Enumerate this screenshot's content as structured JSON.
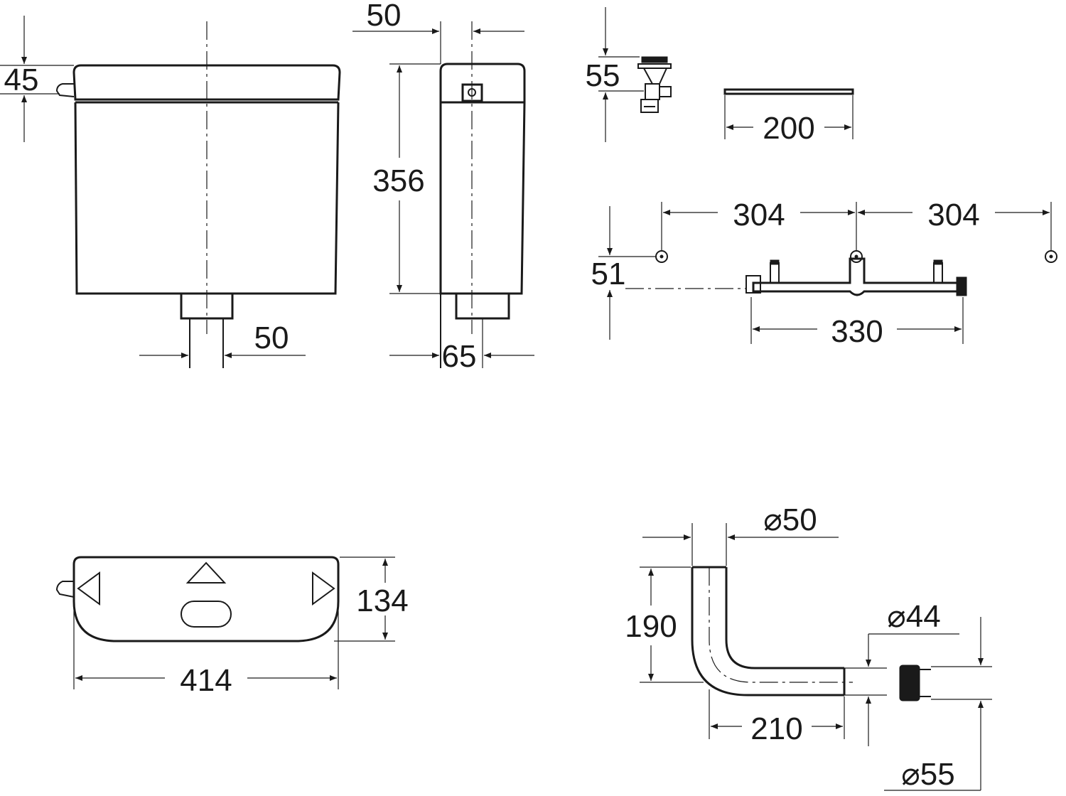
{
  "dimensions": {
    "cistern_lid_height": "45",
    "side_offset_top": "50",
    "cistern_height": "356",
    "outlet_width_front": "50",
    "side_outlet_depth": "65",
    "valve_height": "55",
    "lever_length": "200",
    "bracket_spacing_left": "304",
    "bracket_spacing_right": "304",
    "bracket_height": "51",
    "bracket_width": "330",
    "top_depth": "134",
    "top_width": "414",
    "pipe_diameter_top": "⌀50",
    "pipe_height": "190",
    "pipe_diameter_inner": "⌀44",
    "pipe_length": "210",
    "pipe_diameter_outer": "⌀55"
  }
}
